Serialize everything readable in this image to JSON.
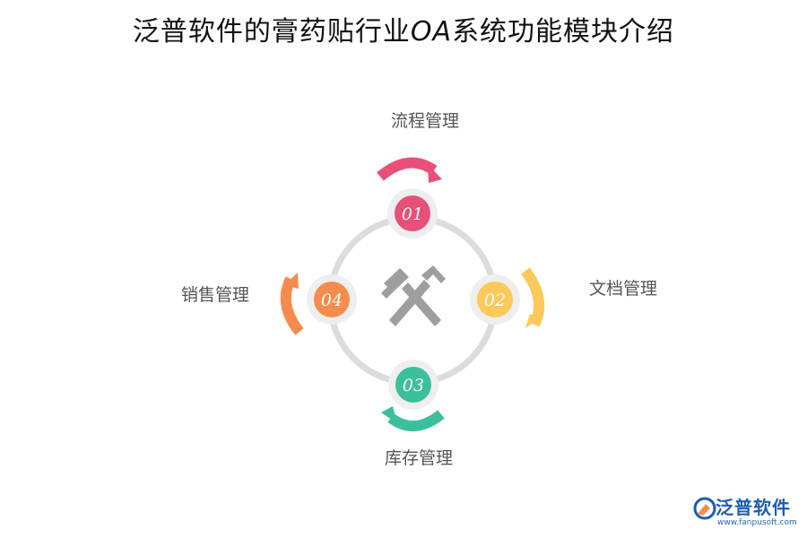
{
  "title": {
    "part1": "泛普软件的膏药贴行业",
    "latin": "OA",
    "part2": "系统功能模块介绍"
  },
  "modules": [
    {
      "number": "01",
      "label": "流程管理",
      "color": "#e8507a"
    },
    {
      "number": "02",
      "label": "文档管理",
      "color": "#fbc85a"
    },
    {
      "number": "03",
      "label": "库存管理",
      "color": "#3cbf9b"
    },
    {
      "number": "04",
      "label": "销售管理",
      "color": "#f58c4c"
    }
  ],
  "center_icon": "crossed-hammers-icon",
  "ring_color": "#dcdcdc",
  "brand": {
    "name": "泛普软件",
    "url": "www.fanpusoft.com",
    "color": "#1a5cb8"
  }
}
